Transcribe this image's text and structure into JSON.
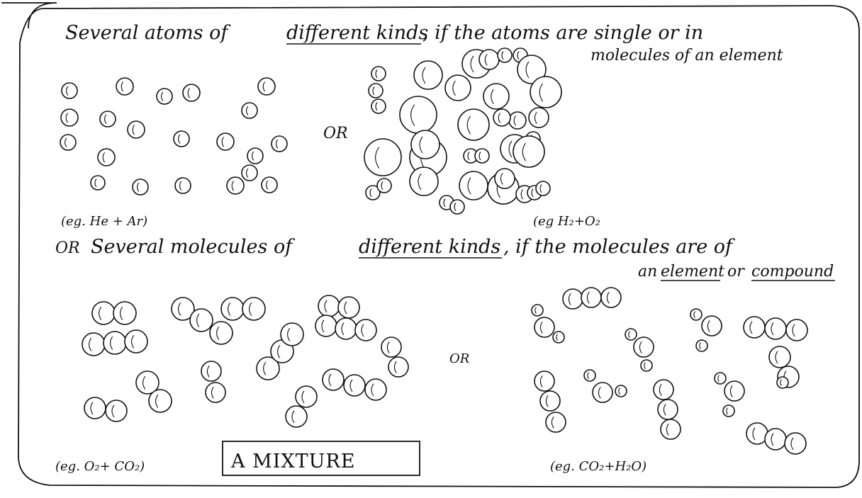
{
  "text": {
    "line1": "Several atoms of",
    "line1_underlined": "different kinds",
    "line1_rest": ", if the atoms are single or in",
    "line2": "molecules of an element",
    "or_1": "OR",
    "caption_1": "(eg. He + Ar)",
    "caption_2": "(eg H₂+O₂",
    "line3_prefix": "OR",
    "line3": "Several molecules of",
    "line3_underlined": "different kinds",
    "line3_rest": ", if the molecules are of",
    "line4_a": "an",
    "line4_element": "element",
    "line4_or": "or",
    "line4_compound": "compound",
    "or_2": "OR",
    "caption_3": "(eg. O₂+ CO₂)",
    "title_box": "A MIXTURE",
    "caption_4": "(eg. CO₂+H₂O)"
  }
}
